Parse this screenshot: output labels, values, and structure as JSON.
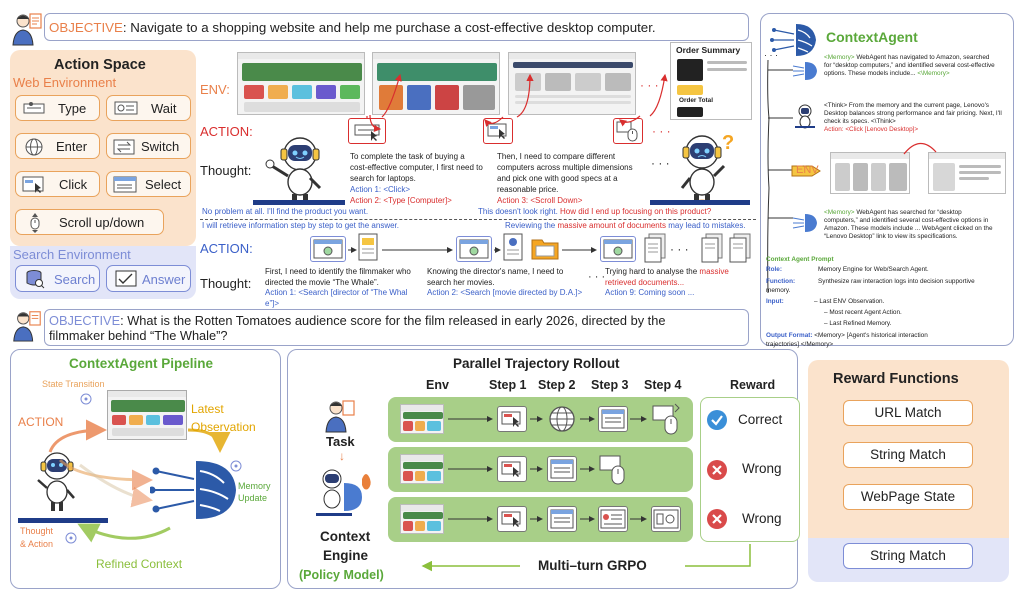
{
  "objective1": {
    "label": "OBJECTIVE",
    "text": ": Navigate to a shopping website and help me purchase a cost-effective desktop computer."
  },
  "objective2": {
    "label": "OBJECTIVE",
    "text_line1": ": What is the Rotten Tomatoes audience score for the film released in early 2026, directed by the",
    "text_line2": "filmmaker behind “The Whale”?"
  },
  "action_space": {
    "title": "Action Space",
    "web_env_label": "Web Environment",
    "web_actions": [
      "Type",
      "Wait",
      "Enter",
      "Switch",
      "Click",
      "Select",
      "Scroll up/down"
    ],
    "search_env_label": "Search Environment",
    "search_actions": [
      "Search",
      "Answer"
    ]
  },
  "web_trajectory": {
    "env_label": "ENV:",
    "action_label": "ACTION:",
    "thought_label": "Thought:",
    "order_summary": "Order Summary",
    "order_total": "Order Total",
    "thought1": [
      "To complete the task of buying a",
      "cost-effective computer, I first need to",
      "search for laptops."
    ],
    "thought1_actions": [
      "Action 1: <Click>",
      "Action 2: <Type [Computer]>"
    ],
    "thought2": [
      "Then, I need to compare different",
      "computers across multiple dimensions",
      "and pick one with good specs at a",
      "reasonable price."
    ],
    "thought2_action": "Action 3: <Scroll Down>",
    "robot_say": "No problem at all. I'll find the product you want.",
    "confused_prefix": "This doesn't look right. ",
    "confused_red": "How did I end up focusing on this product?",
    "ellipsis": "· · ·",
    "question_mark": "?"
  },
  "search_trajectory": {
    "retrieve_note": "I will retrieve information step by step to get the answer.",
    "massive_prefix": "Reviewing the ",
    "massive_red": "massive amount of documents",
    "massive_suffix": " may lead to mistakes.",
    "action_label": "ACTION:",
    "thought_label": "Thought:",
    "thought1": [
      "First, I need to identify the filmmaker who",
      "directed the movie “The Whale”."
    ],
    "thought1_action": [
      "Action 1: <Search [director of “The Whal",
      "e”]>"
    ],
    "thought2": [
      "Knowing the director's name, I need to",
      "search her movies."
    ],
    "thought2_action": "Action 2: <Search [movie directed by D.A.]>",
    "thought3_prefix": "Trying hard to analyse the ",
    "thought3_red1": "massive",
    "thought3_red2": "retrieved documents...",
    "thought3_action": "Action 9: Coming soon ...",
    "ellipsis": "· · ·"
  },
  "context_agent": {
    "title": "ContextAgent",
    "tag_memory": "<Memory>",
    "tag_memory_end": "<\\Memory>",
    "block1_l1": "WebAgent has navigated to Amazon, searched",
    "block1_l2": "for “desktop computers,” and identified several cost-effective",
    "block1_l3": "options. These models include...",
    "think_open": "<Think>",
    "think_l1": " From the memory and the current page, Lenovo's",
    "think_l2": "Desktop balances strong performance and fair pricing. Next, I'll",
    "think_l3": "check its specs. <\\Think>",
    "think_action": "Action: <Click [Lenovo Desktop]>",
    "env_label": "ENV",
    "block2_l1": "WebAgent has searched for “desktop",
    "block2_l2": "computers,” and identified several cost-effective options in",
    "block2_l3": "Amazon. These models include ... WebAgent clicked on the",
    "block2_l4": "“Lenovo Desktop” link to view its specifications.",
    "prompt_title": "Context Agent Prompt",
    "role_key": "Role:",
    "role_val": "Memory Engine for Web/Search Agent.",
    "function_key": "Function:",
    "function_val1": "Synthesize raw interaction logs into decision supportive",
    "function_val2": "memory.",
    "input_key": "Input:",
    "inputs": [
      "– Last ENV Observation.",
      "– Most recent Agent Action.",
      "– Last Refined Memory."
    ],
    "output_key": "Output Format:",
    "output_val1": " <Memory> [Agent's historical interaction",
    "output_val2": "trajectories] </Memory>",
    "dots": "· · ·"
  },
  "pipeline": {
    "title": "ContextAgent Pipeline",
    "state_transition": "State Transition",
    "latest_observation_1": "Latest",
    "latest_observation_2": "Observation",
    "action": "ACTION",
    "memory_update_1": "Memory",
    "memory_update_2": "Update",
    "thought_action_1": "Thought",
    "thought_action_2": "& Action",
    "refined_context": "Refined Context"
  },
  "rollout": {
    "title": "Parallel Trajectory Rollout",
    "columns": [
      "Env",
      "Step 1",
      "Step 2",
      "Step 3",
      "Step 4"
    ],
    "reward_header": "Reward",
    "rewards": [
      {
        "label": "Correct",
        "status": "correct",
        "color": "#3a8fd8"
      },
      {
        "label": "Wrong",
        "status": "wrong",
        "color": "#d94a4a"
      },
      {
        "label": "Wrong",
        "status": "wrong",
        "color": "#d94a4a"
      }
    ],
    "task_label": "Task",
    "context_engine_1": "Context",
    "context_engine_2": "Engine",
    "policy_model": "(Policy Model)",
    "grpo_label": "Multi–turn GRPO"
  },
  "reward_functions": {
    "title": "Reward Functions",
    "web_items": [
      "URL Match",
      "String Match",
      "WebPage State"
    ],
    "search_items": [
      "String Match"
    ]
  },
  "colors": {
    "orange": "#e9804a",
    "green_title": "#5aa83a",
    "blue_text": "#3a5fc8",
    "red_text": "#d92e2e",
    "panel_orange": "#fbe3cc",
    "panel_blue": "#e2e5f8",
    "bar_green": "#a8cf88"
  }
}
